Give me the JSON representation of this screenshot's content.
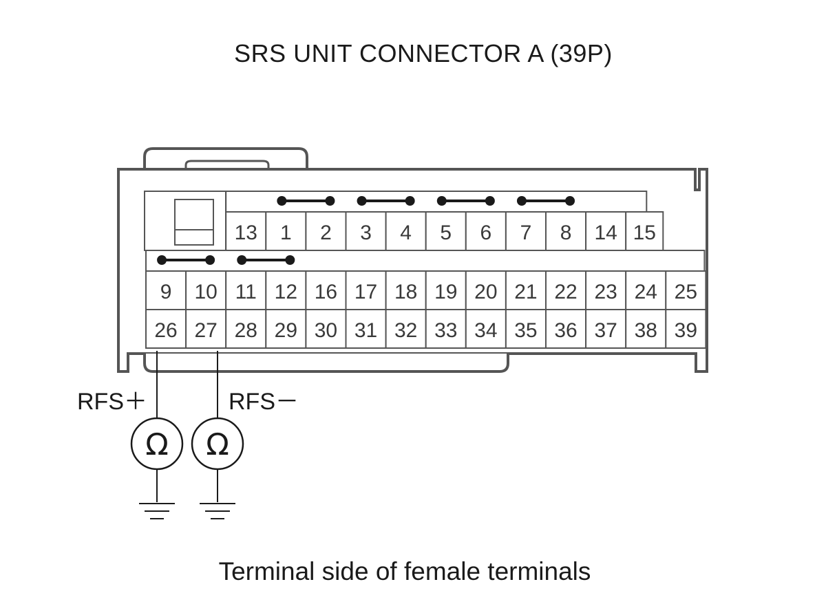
{
  "title": "SRS UNIT CONNECTOR A (39P)",
  "caption": "Terminal side of female terminals",
  "connector": {
    "row1_pins": [
      "13",
      "1",
      "2",
      "3",
      "4",
      "5",
      "6",
      "7",
      "8",
      "14",
      "15"
    ],
    "row2_pins": [
      "9",
      "10",
      "11",
      "12",
      "16",
      "17",
      "18",
      "19",
      "20",
      "21",
      "22",
      "23",
      "24",
      "25"
    ],
    "row3_pins": [
      "26",
      "27",
      "28",
      "29",
      "30",
      "31",
      "32",
      "33",
      "34",
      "35",
      "36",
      "37",
      "38",
      "39"
    ],
    "shorted_pairs": [
      [
        "1",
        "2"
      ],
      [
        "3",
        "4"
      ],
      [
        "5",
        "6"
      ],
      [
        "7",
        "8"
      ],
      [
        "9",
        "10"
      ],
      [
        "11",
        "12"
      ]
    ]
  },
  "meters": [
    {
      "label": "RFS＋",
      "terminal": "26",
      "symbol": "Ω",
      "icon": "ohmmeter-icon"
    },
    {
      "label": "RFS－",
      "terminal": "27",
      "symbol": "Ω",
      "icon": "ohmmeter-icon"
    }
  ],
  "ground_icon": "ground-icon"
}
